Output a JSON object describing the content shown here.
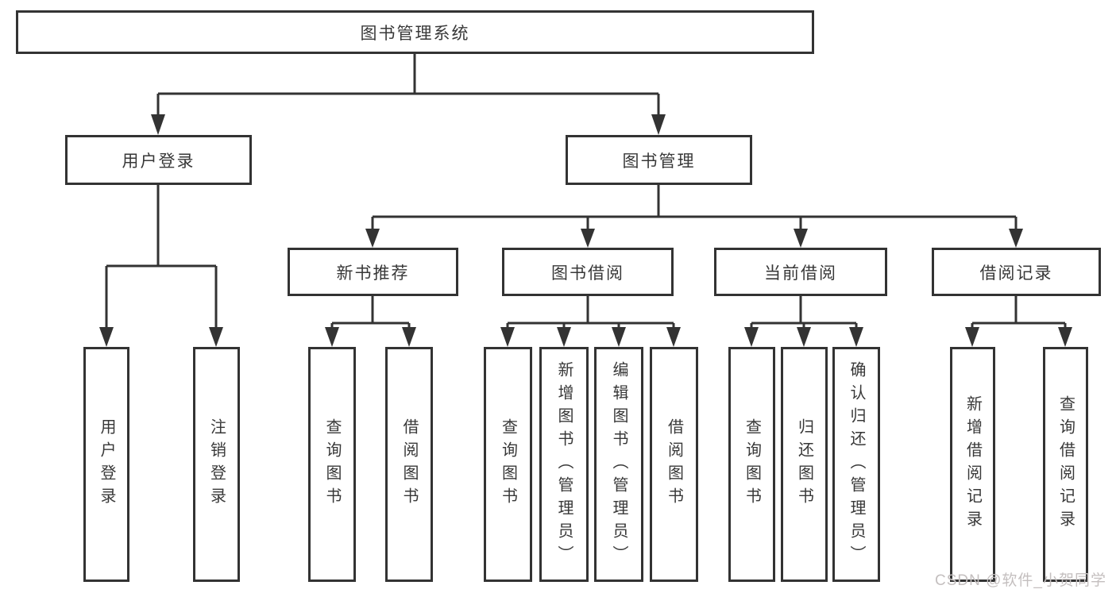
{
  "tree": {
    "label": "图书管理系统",
    "children": [
      {
        "label": "用户登录",
        "children": [
          {
            "label": "用户登录"
          },
          {
            "label": "注销登录"
          }
        ]
      },
      {
        "label": "图书管理",
        "children": [
          {
            "label": "新书推荐",
            "children": [
              {
                "label": "查询图书"
              },
              {
                "label": "借阅图书"
              }
            ]
          },
          {
            "label": "图书借阅",
            "children": [
              {
                "label": "查询图书"
              },
              {
                "label": "新增图书（管理员）"
              },
              {
                "label": "编辑图书（管理员）"
              },
              {
                "label": "借阅图书"
              }
            ]
          },
          {
            "label": "当前借阅",
            "children": [
              {
                "label": "查询图书"
              },
              {
                "label": "归还图书"
              },
              {
                "label": "确认归还（管理员）"
              }
            ]
          },
          {
            "label": "借阅记录",
            "children": [
              {
                "label": "新增借阅记录"
              },
              {
                "label": "查询借阅记录"
              }
            ]
          }
        ]
      }
    ]
  },
  "watermark": {
    "text": "CSDN @软件_小贺同学"
  },
  "colors": {
    "line": "#333333",
    "text": "#383838",
    "watermark": "#c4bfbf",
    "background": "#ffffff"
  }
}
